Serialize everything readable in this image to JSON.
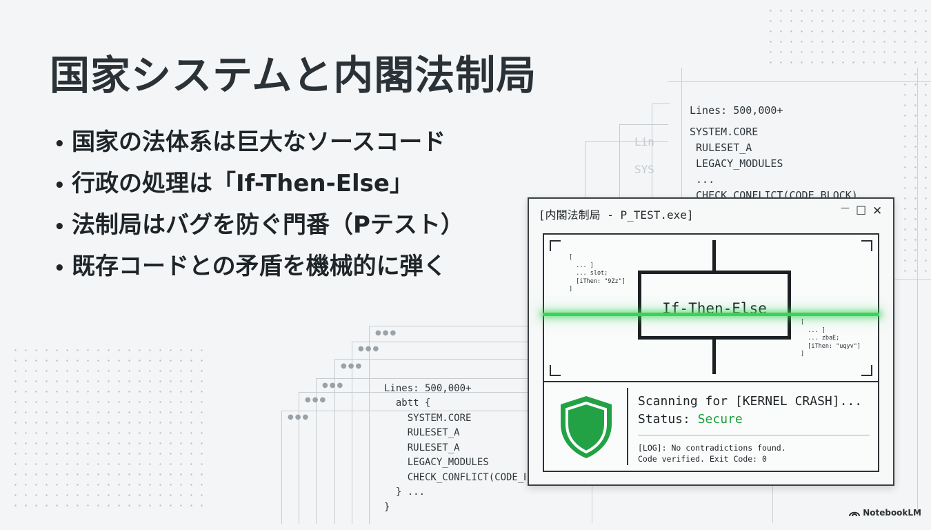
{
  "slide": {
    "title": "国家システムと内閣法制局",
    "bullets": [
      "国家の法体系は巨大なソースコード",
      "行政の処理は「If-Then-Else」",
      "法制局はバグを防ぐ門番（Pテスト）",
      "既存コードとの矛盾を機械的に弾く"
    ],
    "bullet_mark": "•"
  },
  "back_code_top": {
    "lines": [
      "Lines: 500,000+",
      "",
      "SYSTEM.CORE",
      " RULESET_A",
      " LEGACY_MODULES",
      " ...",
      " CHECK_CONFLICT(CODE_BLOCK)"
    ],
    "ghost_1": "Lin",
    "ghost_2": "SYS"
  },
  "back_code_bottom": {
    "lines": [
      "Lines: 500,000+",
      "  abtt {",
      "    SYSTEM.CORE",
      "    RULESET_A",
      "    RULESET_A",
      "    LEGACY_MODULES",
      "    CHECK_CONFLICT(CODE_BL",
      "  } ...",
      "}"
    ],
    "window_dots": "●●●"
  },
  "window": {
    "title": "[内閣法制局 - P_TEST.exe]",
    "controls": {
      "minimize": "—",
      "maximize": "☐",
      "close": "✕"
    },
    "diagram_label": "If-Then-Else",
    "snippet_left": "[\n  ... ]\n  ... slot;\n  [iThen: \"9Zz\"]\n]",
    "snippet_right": "[\n  ... ]\n  ... zbaE;\n  [iThen: \"uqyv\"]\n]",
    "scan_text": "Scanning for [KERNEL CRASH]...",
    "status_label": "Status:",
    "status_value": "Secure",
    "log_line_1": "[LOG]: No contradictions found.",
    "log_line_2": "Code verified. Exit Code: 0",
    "colors": {
      "secure": "#1f9d3e",
      "laser": "#3ad35a",
      "shield": "#22a244"
    }
  },
  "brand": {
    "name": "NotebookLM",
    "icon": "notebooklm-logo-icon"
  }
}
